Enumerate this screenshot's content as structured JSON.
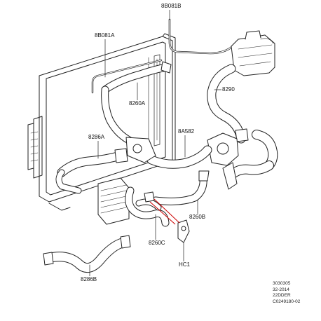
{
  "callouts": {
    "c_8b081b": "8B081B",
    "c_8b081a": "8B081A",
    "c_8290": "8290",
    "c_8260a": "8260A",
    "c_8a582": "8A582",
    "c_8286a": "8286A",
    "c_8260b": "8260B",
    "c_8260c": "8260C",
    "c_hc1": "HC1",
    "c_8286b": "8286B"
  },
  "footer": {
    "line1": "3030305",
    "line2": "32-2014",
    "line3": "22DDER",
    "line4": "C0249180-02"
  },
  "colors": {
    "linework": "#222222",
    "hose_fill": "#ffffff",
    "highlight": "#cc0000"
  }
}
